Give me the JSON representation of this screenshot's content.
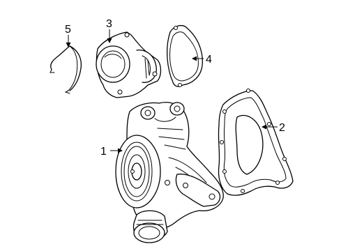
{
  "callouts": {
    "water_pump": "1",
    "pump_gasket": "2",
    "thermostat_housing": "3",
    "housing_gasket": "4",
    "retaining_clip": "5"
  },
  "colors": {
    "line": "#000000",
    "background": "#ffffff"
  }
}
